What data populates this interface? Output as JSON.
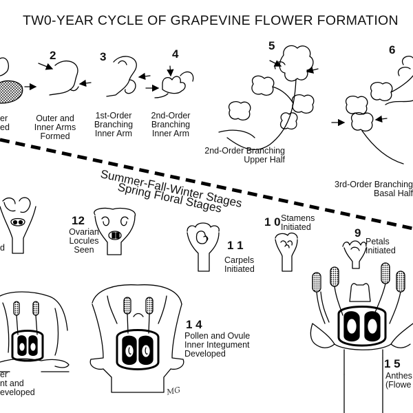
{
  "title": "TW0-YEAR CYCLE OF GRAPEVINE FLOWER FORMATION",
  "bands": {
    "upper": "Summer-Fall-Winter Stages",
    "lower": "Spring Floral Stages"
  },
  "stages": [
    {
      "id": "1",
      "number": "",
      "label": [
        "er",
        "ed"
      ]
    },
    {
      "id": "2",
      "number": "2",
      "label": [
        "Outer and",
        "Inner Arms",
        "Formed"
      ]
    },
    {
      "id": "3",
      "number": "3",
      "label": [
        "1st-Order",
        "Branching",
        "Inner Arm"
      ]
    },
    {
      "id": "4",
      "number": "4",
      "label": [
        "2nd-Order",
        "Branching",
        "Inner Arm"
      ]
    },
    {
      "id": "5",
      "number": "5",
      "label": [
        "2nd-Order Branching",
        "Upper Half"
      ]
    },
    {
      "id": "6",
      "number": "6",
      "label": [
        "3rd-Order Branching",
        "Basal Half"
      ]
    },
    {
      "id": "9",
      "number": "9",
      "label": [
        "Petals",
        "Initiated"
      ]
    },
    {
      "id": "10",
      "number": "1 0",
      "label": [
        "Stamens",
        "Initiated"
      ]
    },
    {
      "id": "11",
      "number": "1 1",
      "label": [
        "Carpels",
        "Initiated"
      ]
    },
    {
      "id": "12",
      "number": "12",
      "label": [
        "Ovarian",
        "Locules",
        "Seen"
      ]
    },
    {
      "id": "13",
      "number": "",
      "label": [
        "d"
      ]
    },
    {
      "id": "14",
      "number": "1 4",
      "label": [
        "Pollen and Ovule",
        "Inner Integument",
        "Developed"
      ]
    },
    {
      "id": "15",
      "number": "1 5",
      "label": [
        "Anthes",
        "(Flowe"
      ]
    },
    {
      "id": "16",
      "number": "",
      "label": [
        "er",
        "nt and",
        "eveloped"
      ]
    }
  ],
  "signature": "MG"
}
